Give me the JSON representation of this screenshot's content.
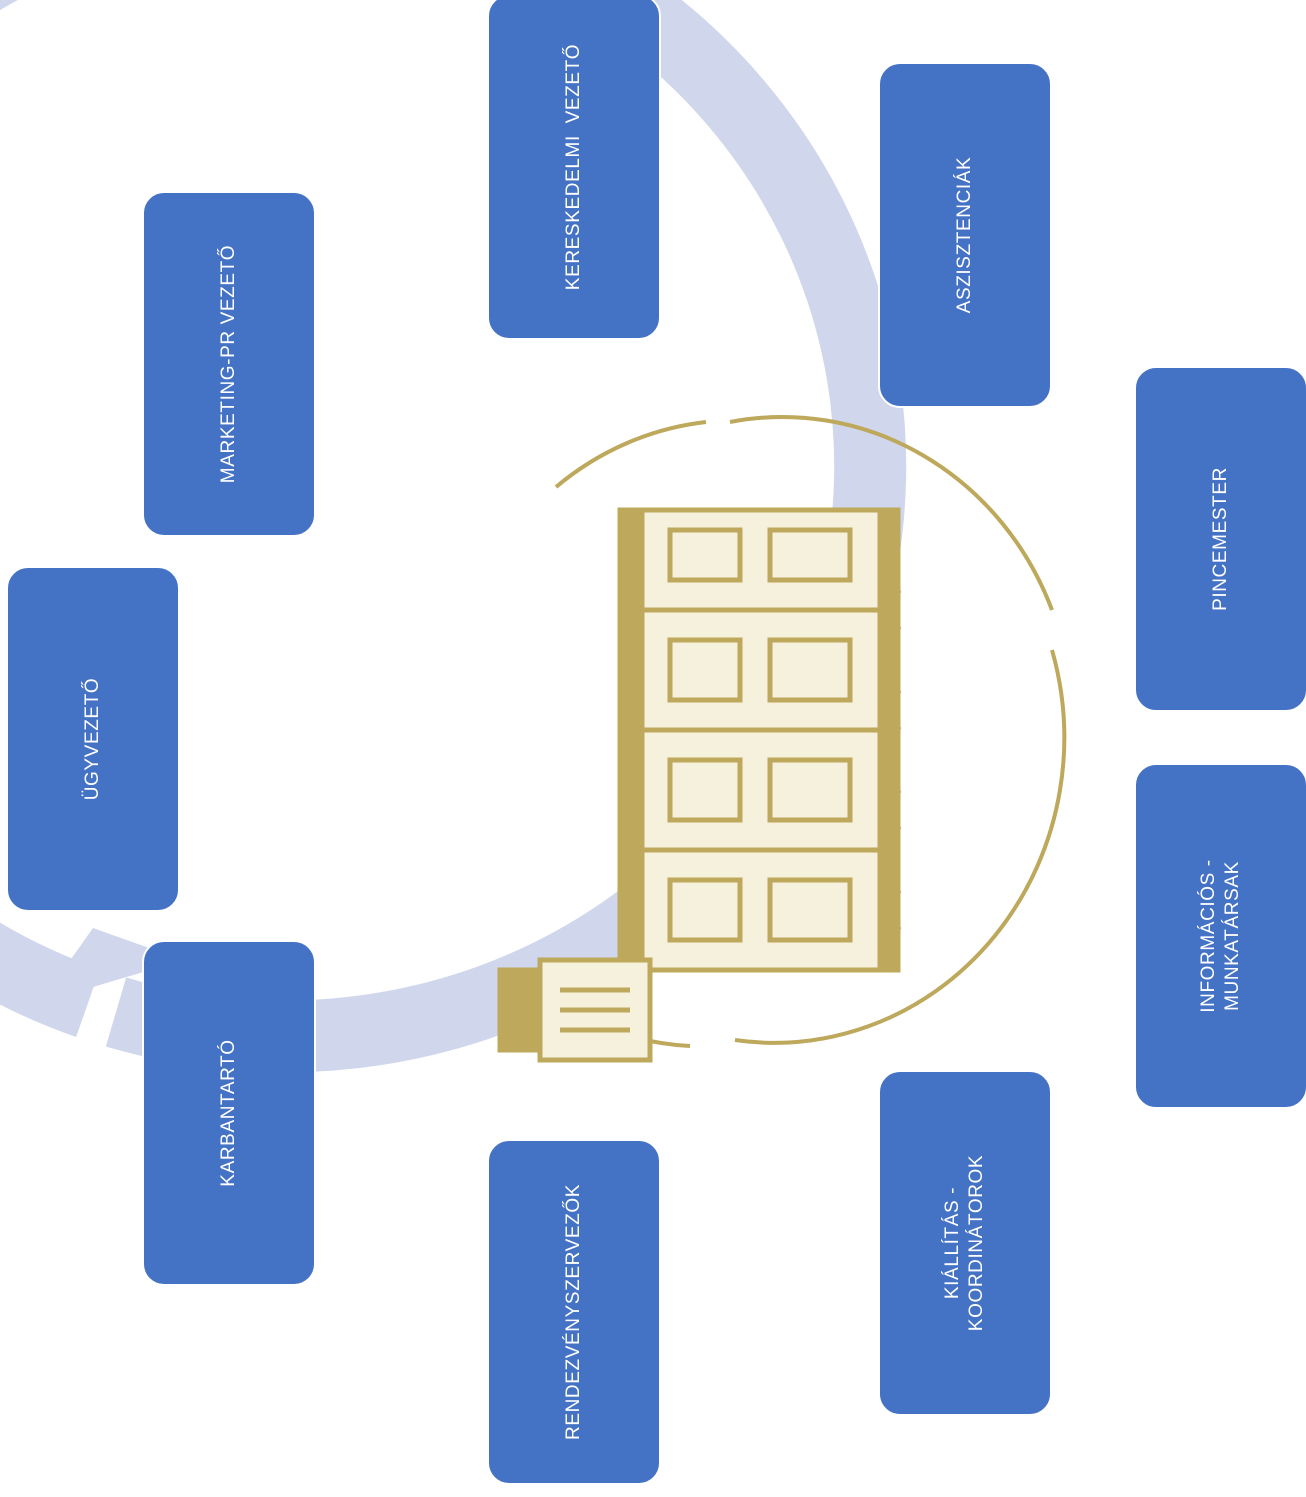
{
  "diagram": {
    "colors": {
      "box_fill": "#4472c4",
      "box_text": "#ffffff",
      "cycle_arrow": "#d0d6eb",
      "emblem": "#bda85c"
    },
    "emblem_icon": "building-engraving-emblem",
    "nodes": [
      {
        "id": "kereskedelmi",
        "label": "KERESKEDELMI  VEZETŐ"
      },
      {
        "id": "asszisztenciak",
        "label": "ASZISZTENCIÁK"
      },
      {
        "id": "pincemester",
        "label": "PINCEMESTER"
      },
      {
        "id": "informacios",
        "label": "INFORMÁCIÓS -\nMUNKATÁRSAK"
      },
      {
        "id": "kiallitas",
        "label": "KIÁLLÍTÁS -\nKOORDINÁTOROK"
      },
      {
        "id": "rendezveny",
        "label": "RENDEZVÉNYSZERVEZŐK"
      },
      {
        "id": "karbantarto",
        "label": "KARBANTARTÓ"
      },
      {
        "id": "ugyvezeto",
        "label": "ÜGYVEZETŐ"
      },
      {
        "id": "marketing",
        "label": "MARKETING-PR VEZETŐ"
      }
    ]
  }
}
